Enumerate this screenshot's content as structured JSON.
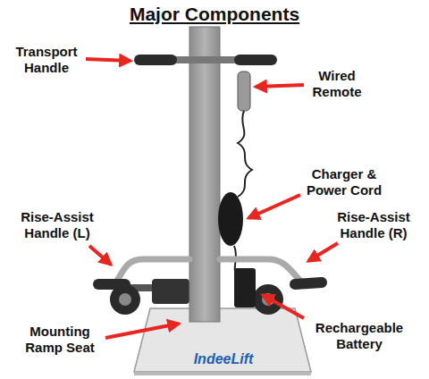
{
  "diagram": {
    "title": "Major Components",
    "labels": [
      "Transport Handle",
      "Wired Remote",
      "Charger & Power Cord",
      "Rise-Assist Handle (L)",
      "Rise-Assist Handle (R)",
      "Mounting Ramp Seat",
      "Rechargeable Battery",
      "IndeeLift"
    ]
  }
}
